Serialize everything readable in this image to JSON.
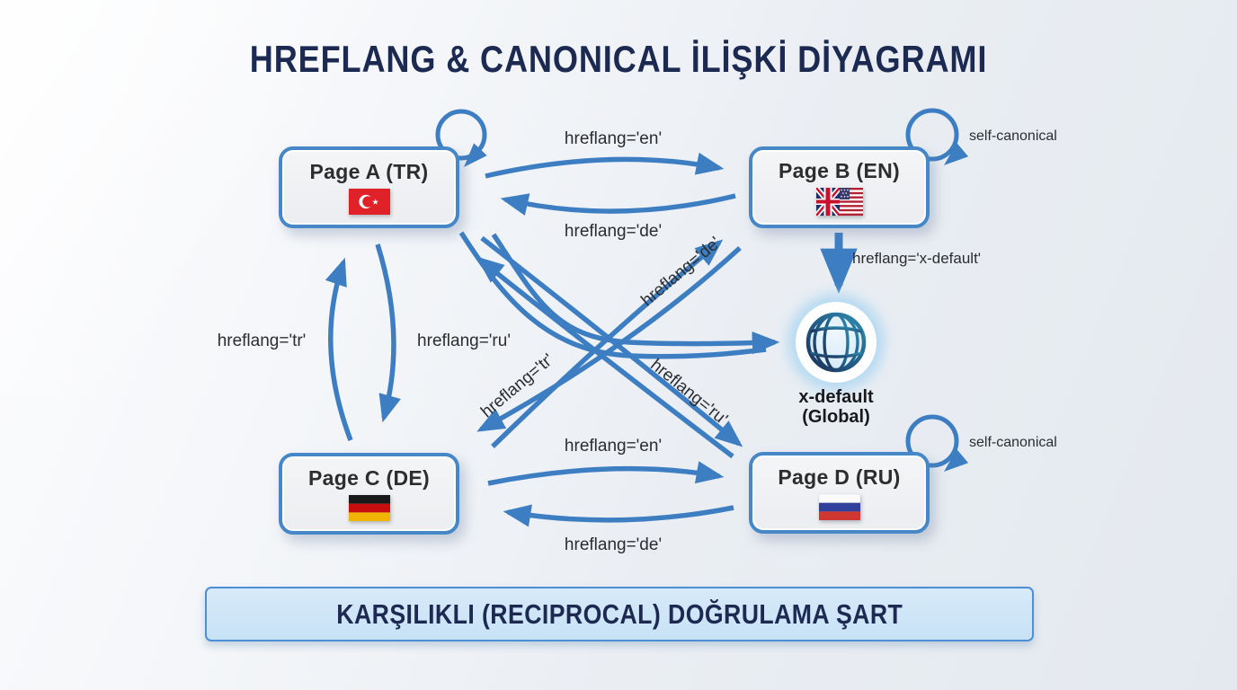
{
  "title": "HREFLANG & CANONICAL İLİŞKİ DİYAGRAMI",
  "nodes": {
    "page_a": {
      "label": "Page A (TR)",
      "flag": "flag-tr-icon"
    },
    "page_b": {
      "label": "Page B (EN)",
      "flag": "flag-uk-us-icon"
    },
    "page_c": {
      "label": "Page C (DE)",
      "flag": "flag-de-icon"
    },
    "page_d": {
      "label": "Page D (RU)",
      "flag": "flag-ru-icon"
    },
    "x_default": {
      "label": "x-default",
      "sublabel": "(Global)",
      "icon": "globe-icon"
    }
  },
  "edge_labels": {
    "a_b": "hreflang='en'",
    "b_a": "hreflang='de'",
    "c_a": "hreflang='tr'",
    "a_c": "hreflang='ru'",
    "c_b_diag": "hreflang='de'",
    "b_c_diag": "hreflang='tr'",
    "a_d_diag": "hreflang='ru'",
    "c_d": "hreflang='en'",
    "d_c": "hreflang='de'",
    "b_xdefault": "hreflang='x-default'",
    "self_canonical_b": "self-canonical",
    "self_canonical_d": "self-canonical"
  },
  "banner": {
    "text": "KARŞILIKLI (RECIPROCAL) DOĞRULAMA ŞART"
  },
  "colors": {
    "arrow_blue": "#3d7ec3",
    "box_border_blue": "#4687c7",
    "navy_text": "#1c2a52",
    "banner_bg": "#cde4f6",
    "globe_glow": "#a9d5f2"
  }
}
